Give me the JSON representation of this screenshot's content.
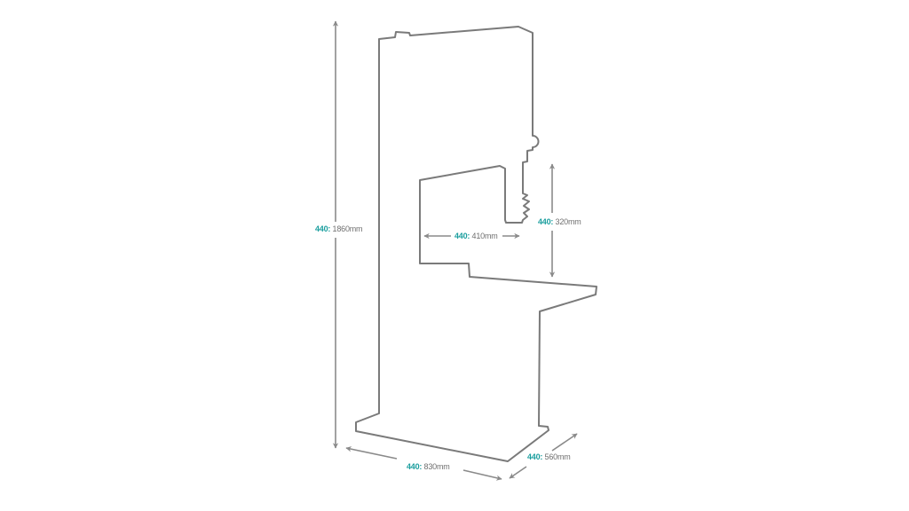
{
  "model": "440",
  "dimensions": {
    "height": {
      "model": "440:",
      "value": "1860mm"
    },
    "throat_width": {
      "model": "440:",
      "value": "410mm"
    },
    "cut_height": {
      "model": "440:",
      "value": "320mm"
    },
    "base_width": {
      "model": "440:",
      "value": "830mm"
    },
    "base_depth": {
      "model": "440:",
      "value": "560mm"
    }
  },
  "colors": {
    "outline": "#7a7a7a",
    "arrow": "#8a8a8a",
    "model_label": "#1a9e9e",
    "text": "#6f6f6f"
  }
}
